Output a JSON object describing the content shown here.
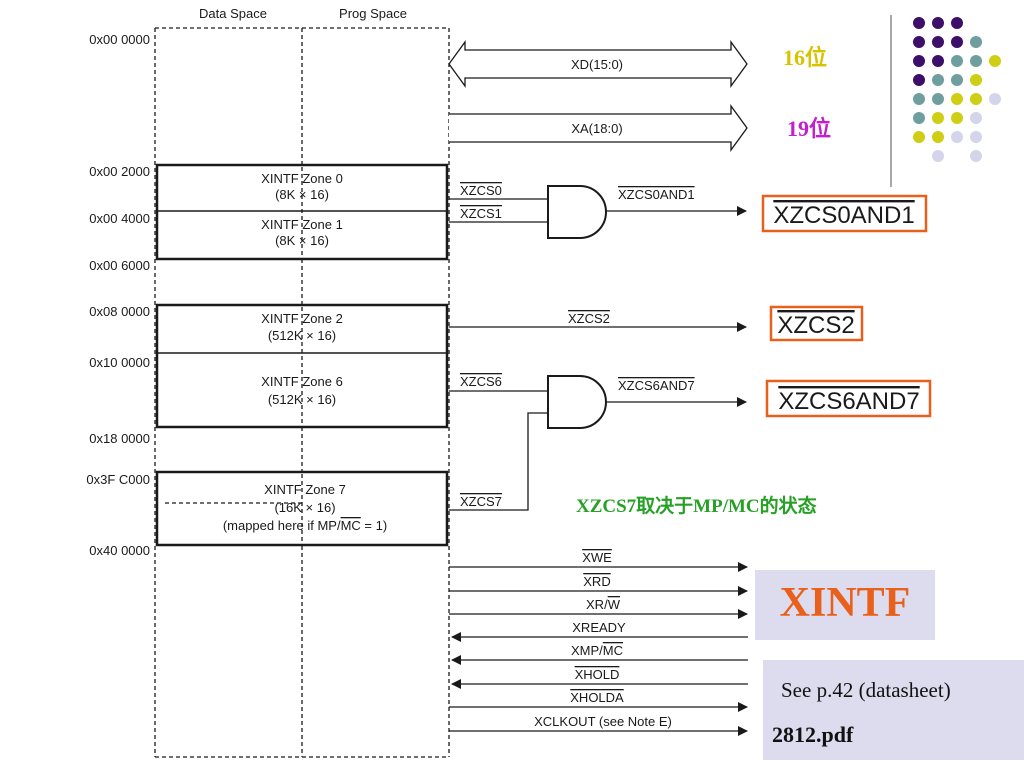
{
  "header": {
    "data_space": "Data Space",
    "prog_space": "Prog Space"
  },
  "addresses": [
    "0x00 0000",
    "0x00 2000",
    "0x00 4000",
    "0x00 6000",
    "0x08 0000",
    "0x10 0000",
    "0x18 0000",
    "0x3F C000",
    "0x40 0000"
  ],
  "zones": {
    "z0_name": "XINTF Zone 0",
    "z0_size": "(8K × 16)",
    "z1_name": "XINTF Zone 1",
    "z1_size": "(8K × 16)",
    "z2_name": "XINTF Zone 2",
    "z2_size": "(512K × 16)",
    "z6_name": "XINTF Zone 6",
    "z6_size": "(512K × 16)",
    "z7_name": "XINTF Zone 7",
    "z7_size": "(16K × 16)",
    "z7_note_pre": "(mapped here if MP/",
    "z7_note_bar": "MC",
    "z7_note_post": " = 1)"
  },
  "buses": {
    "data": "XD(15:0)",
    "addr": "XA(18:0)",
    "data_width": "16位",
    "addr_width": "19位"
  },
  "chip_selects": {
    "cs0": "XZCS0",
    "cs1": "XZCS1",
    "cs2": "XZCS2",
    "cs6": "XZCS6",
    "cs7": "XZCS7",
    "and01": "XZCS0AND1",
    "and67": "XZCS6AND7"
  },
  "outputs": {
    "out01": "XZCS0AND1",
    "out2": "XZCS2",
    "out67": "XZCS6AND7"
  },
  "note_cs7": "XZCS7取决于MP/MC的状态",
  "signals": {
    "xwe": "XWE",
    "xrd": "XRD",
    "xrw_a": "XR/",
    "xrw_b": "W",
    "xready": "XREADY",
    "xmpmc_a": "XMP/",
    "xmpmc_b": "MC",
    "xhold": "XHOLD",
    "xholda": "XHOLDA",
    "xclkout": "XCLKOUT (see Note E)"
  },
  "panels": {
    "title": "XINTF",
    "see": "See p.42 (datasheet)",
    "file": "2812.pdf"
  },
  "colors": {
    "accent_orange": "#e8601c",
    "yellow_text": "#d7c300",
    "magenta_text": "#c21fd0",
    "green_text": "#27a026",
    "panel_bg": "#dcdcee",
    "dot_purple": "#3c0f6a",
    "dot_teal": "#6f9e9e",
    "dot_yellow": "#cece14",
    "dot_lavender": "#d4d4ea"
  }
}
